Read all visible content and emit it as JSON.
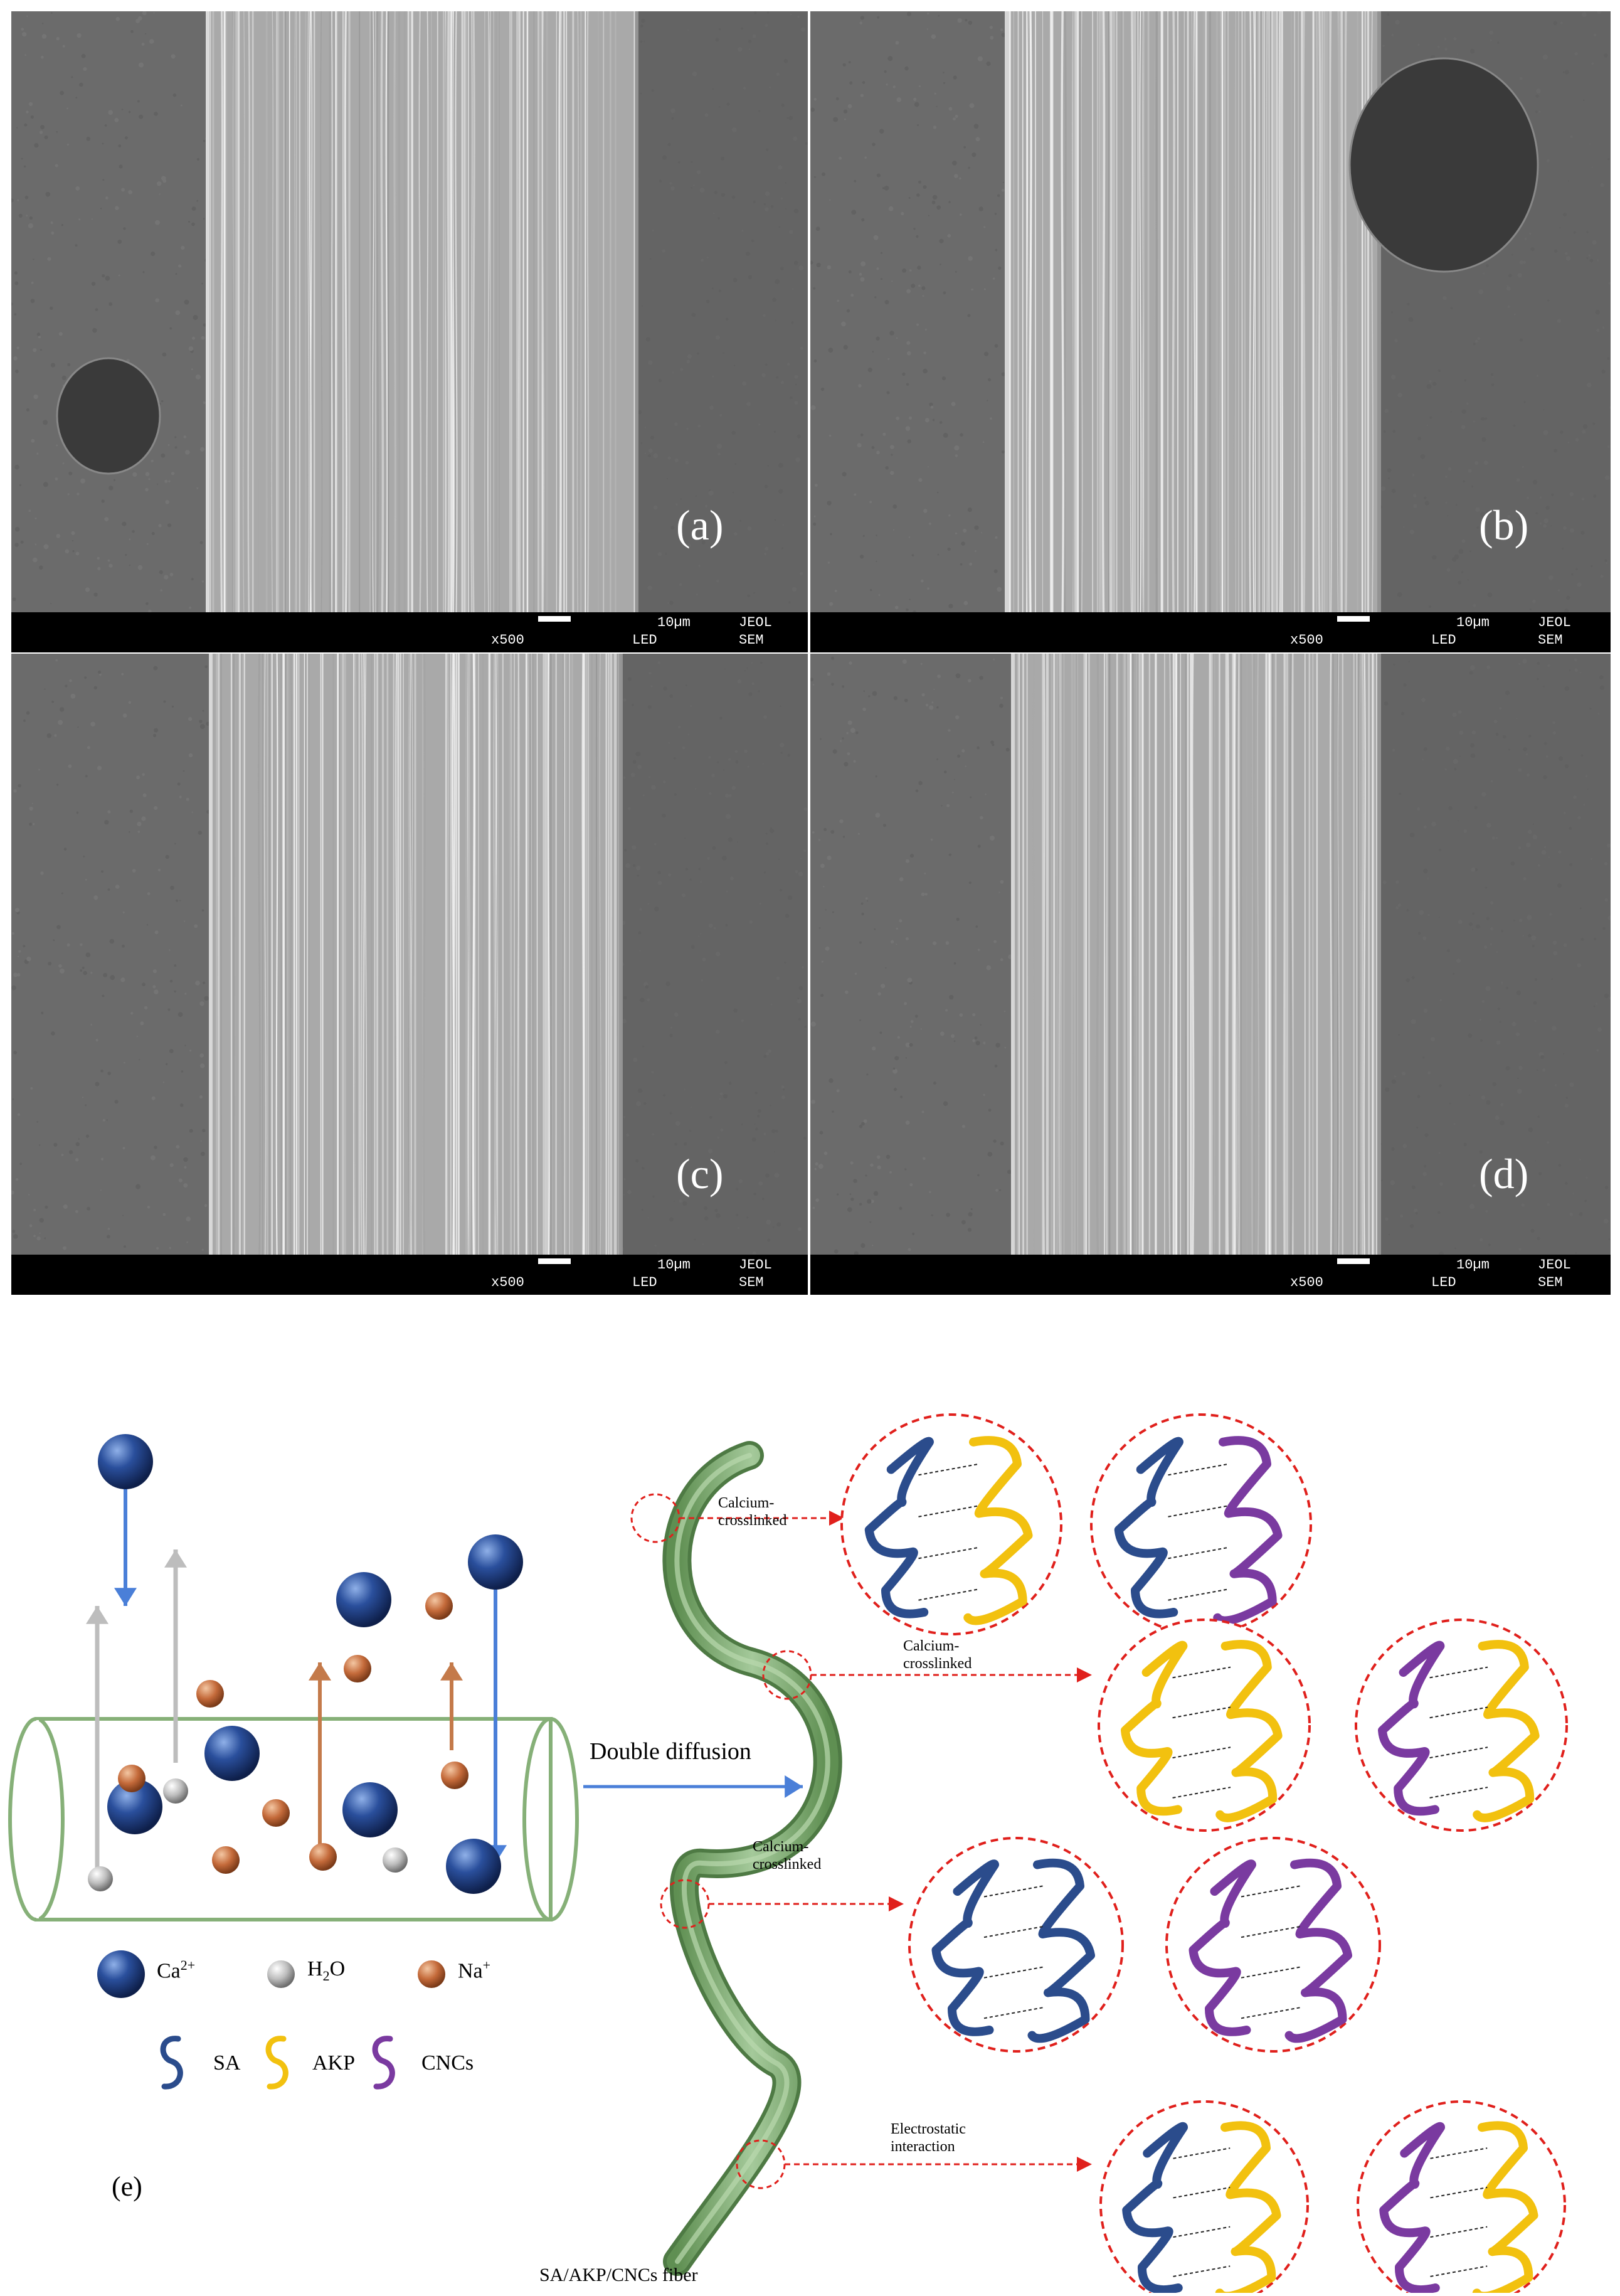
{
  "sem_panels": [
    {
      "label": "(a)",
      "magnification": "x500",
      "scale": "10µm",
      "brand1": "JEOL",
      "mode": "LED",
      "brand2": "SEM"
    },
    {
      "label": "(b)",
      "magnification": "x500",
      "scale": "10µm",
      "brand1": "JEOL",
      "mode": "LED",
      "brand2": "SEM"
    },
    {
      "label": "(c)",
      "magnification": "x500",
      "scale": "10µm",
      "brand1": "JEOL",
      "mode": "LED",
      "brand2": "SEM"
    },
    {
      "label": "(d)",
      "magnification": "x500",
      "scale": "10µm",
      "brand1": "JEOL",
      "mode": "LED",
      "brand2": "SEM"
    }
  ],
  "schematic": {
    "panel_label": "(e)",
    "process_label": "Double diffusion",
    "fiber_label": "SA/AKP/CNCs fiber",
    "legend": {
      "ca": "Ca",
      "ca_sup": "2+",
      "h2o_a": "H",
      "h2o_sub": "2",
      "h2o_b": "O",
      "na": "Na",
      "na_sup": "+",
      "sa": "SA",
      "akp": "AKP",
      "cncs": "CNCs"
    },
    "callouts": [
      {
        "line1": "Calcium-",
        "line2": "crosslinked"
      },
      {
        "line1": "Calcium-",
        "line2": "crosslinked"
      },
      {
        "line1": "Calcium-",
        "line2": "crosslinked"
      },
      {
        "line1": "Electrostatic",
        "line2": "interaction"
      }
    ],
    "colors": {
      "ca_ion": "#1f3f8a",
      "na_ion": "#c46a3a",
      "water": "#b8b8b8",
      "sa_chain": "#2b4c8c",
      "akp_chain": "#f2c10f",
      "cncs_chain": "#7a3aa0",
      "fiber": "#86b078",
      "dashed": "#e0201c"
    }
  }
}
